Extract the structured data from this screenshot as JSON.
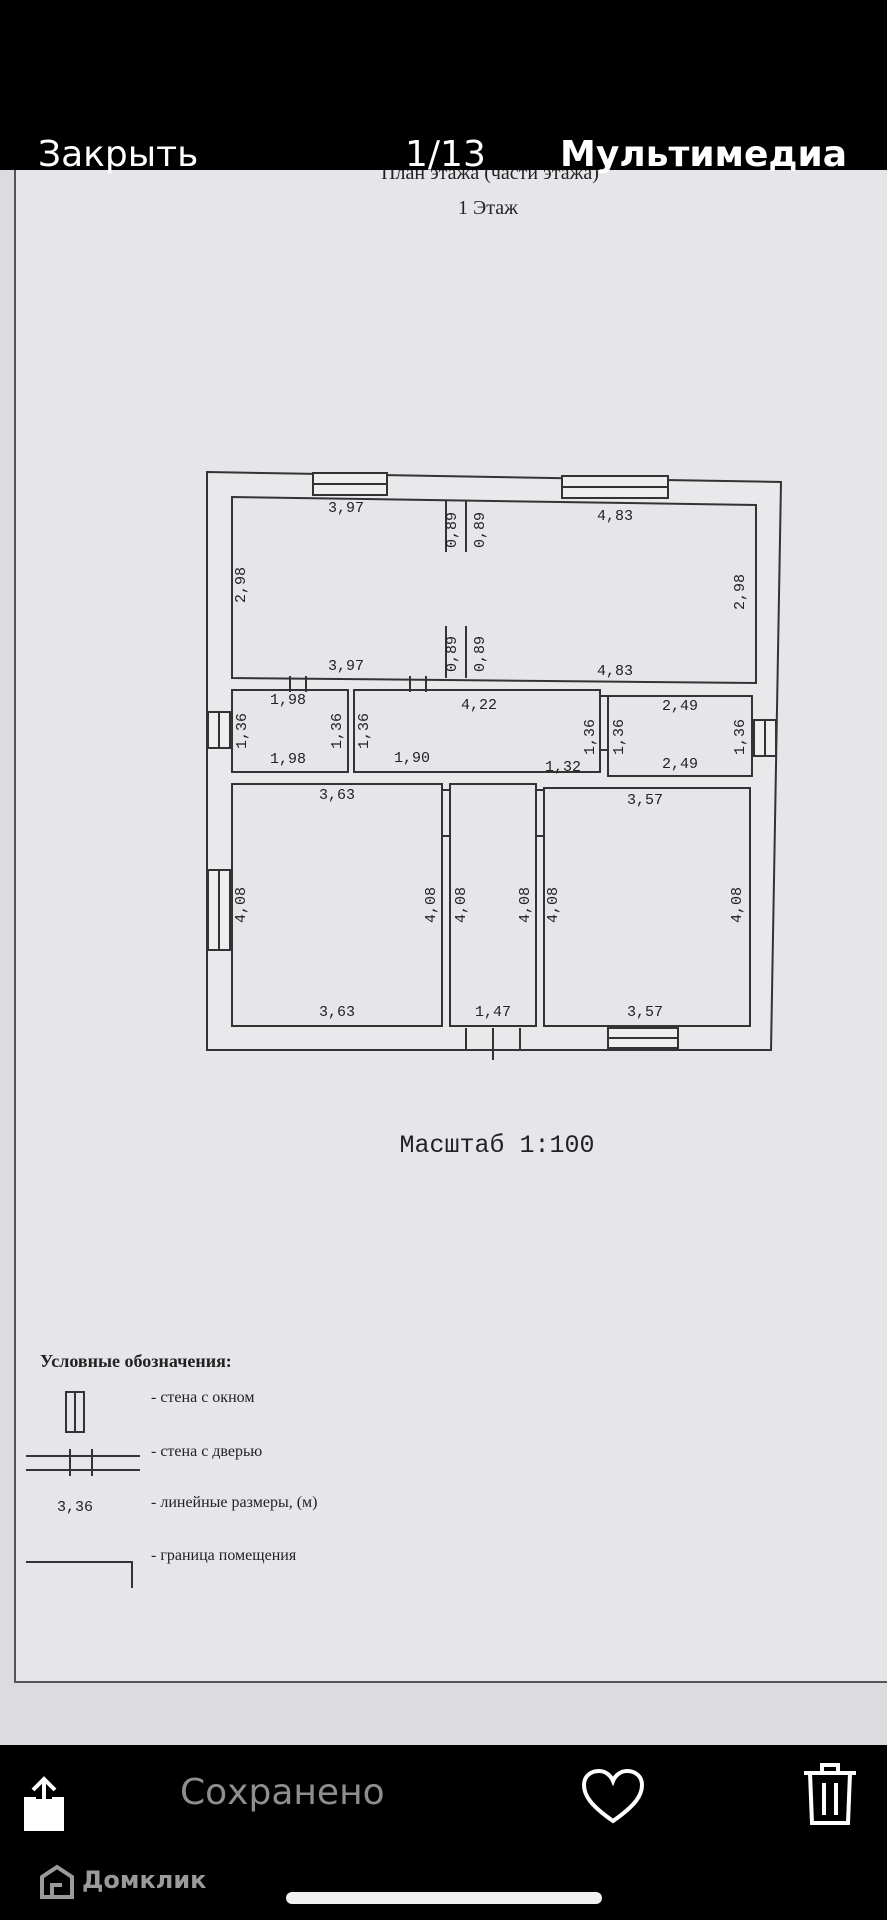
{
  "header": {
    "close_label": "Закрыть",
    "counter": "1/13",
    "media_label": "Мультимедиа"
  },
  "document": {
    "title_partial": "План этажа (части этажа)",
    "floor_label": "1 Этаж",
    "scale_label": "Масштаб 1:100",
    "dimensions": {
      "top_left_width": "3,97",
      "top_right_width": "4,83",
      "top_left_width_b": "3,97",
      "top_right_width_b": "4,83",
      "top_height_left": "2,98",
      "top_height_right": "2,98",
      "corridor_upper_a": "0,89",
      "corridor_upper_b": "0,89",
      "corridor_lower_a": "0,89",
      "corridor_lower_b": "0,89",
      "small_left_top": "1,98",
      "small_left_bottom": "1,98",
      "small_left_h1": "1,36",
      "small_left_h2": "1,36",
      "hall_top": "4,22",
      "hall_bottom_left": "1,90",
      "hall_bottom_right": "1,32",
      "hall_h": "1,36",
      "small_mid_h": "1,36",
      "small_mid_h2": "1,36",
      "small_right_top": "2,49",
      "small_right_bottom": "2,49",
      "small_right_h": "1,36",
      "big_left_top": "3,63",
      "big_left_bottom": "3,63",
      "big_left_h1": "4,08",
      "big_left_h2": "4,08",
      "corridor_h1": "4,08",
      "corridor_h2": "4,08",
      "corridor_bottom": "1,47",
      "big_right_top": "3,57",
      "big_right_bottom": "3,57",
      "big_right_h1": "4,08",
      "big_right_h2": "4,08"
    },
    "legend": {
      "title": "Условные обозначения:",
      "window_wall": "- стена с окном",
      "door_wall": "- стена с дверью",
      "sample_dimension": "3,36",
      "linear_dims": "- линейные размеры, (м)",
      "room_border": "- граница помещения"
    }
  },
  "footer": {
    "saved_label": "Сохранено",
    "brand_name": "Домклик"
  },
  "icons": {
    "share": "share-icon",
    "heart": "heart-icon",
    "trash": "trash-icon",
    "brand": "domclick-logo-icon"
  },
  "colors": {
    "bar_background": "#000000",
    "bar_text": "#ffffff",
    "saved_text": "#8e8e8e",
    "paper": "#e6e6ea"
  }
}
